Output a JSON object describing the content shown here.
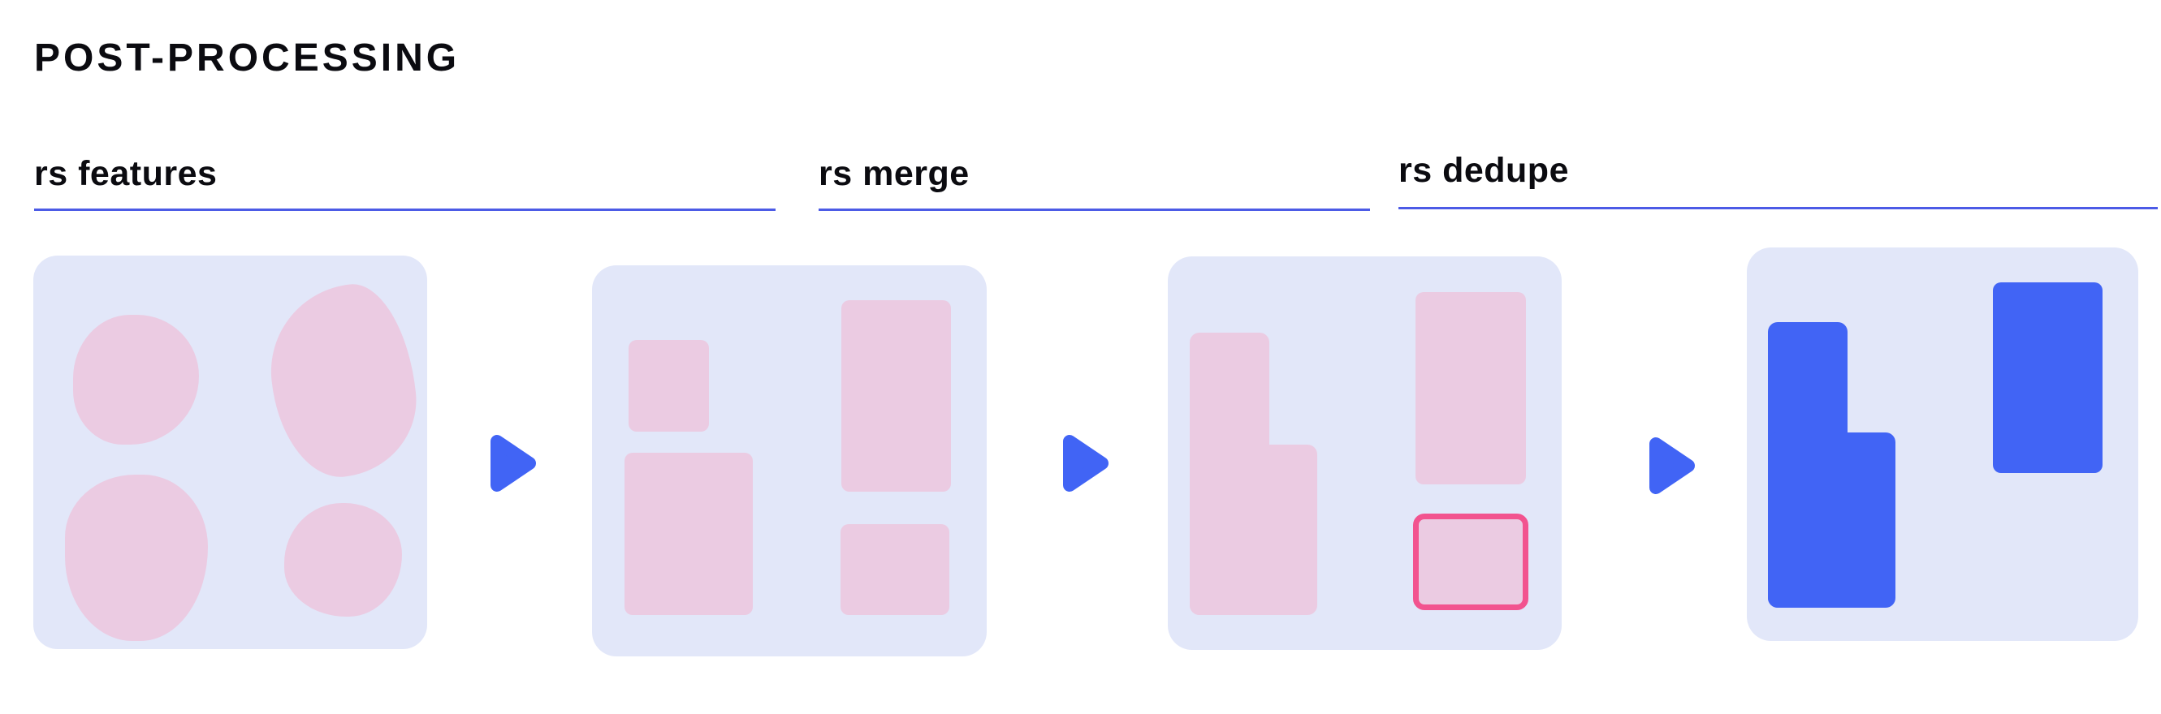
{
  "title": "POST-PROCESSING",
  "steps": [
    {
      "label": "rs features"
    },
    {
      "label": "rs merge"
    },
    {
      "label": "rs dedupe"
    }
  ],
  "colors": {
    "background": "#ffffff",
    "panel_background": "#e2e7f9",
    "shape_pink": "#ebcbe2",
    "shape_blue": "#4164f5",
    "arrow_blue": "#4164f5",
    "underline_blue": "#4c5be6",
    "duplicate_highlight_border": "#f2538f",
    "text": "#0b0b10"
  },
  "icons": {
    "arrow": "arrow-right-icon"
  }
}
